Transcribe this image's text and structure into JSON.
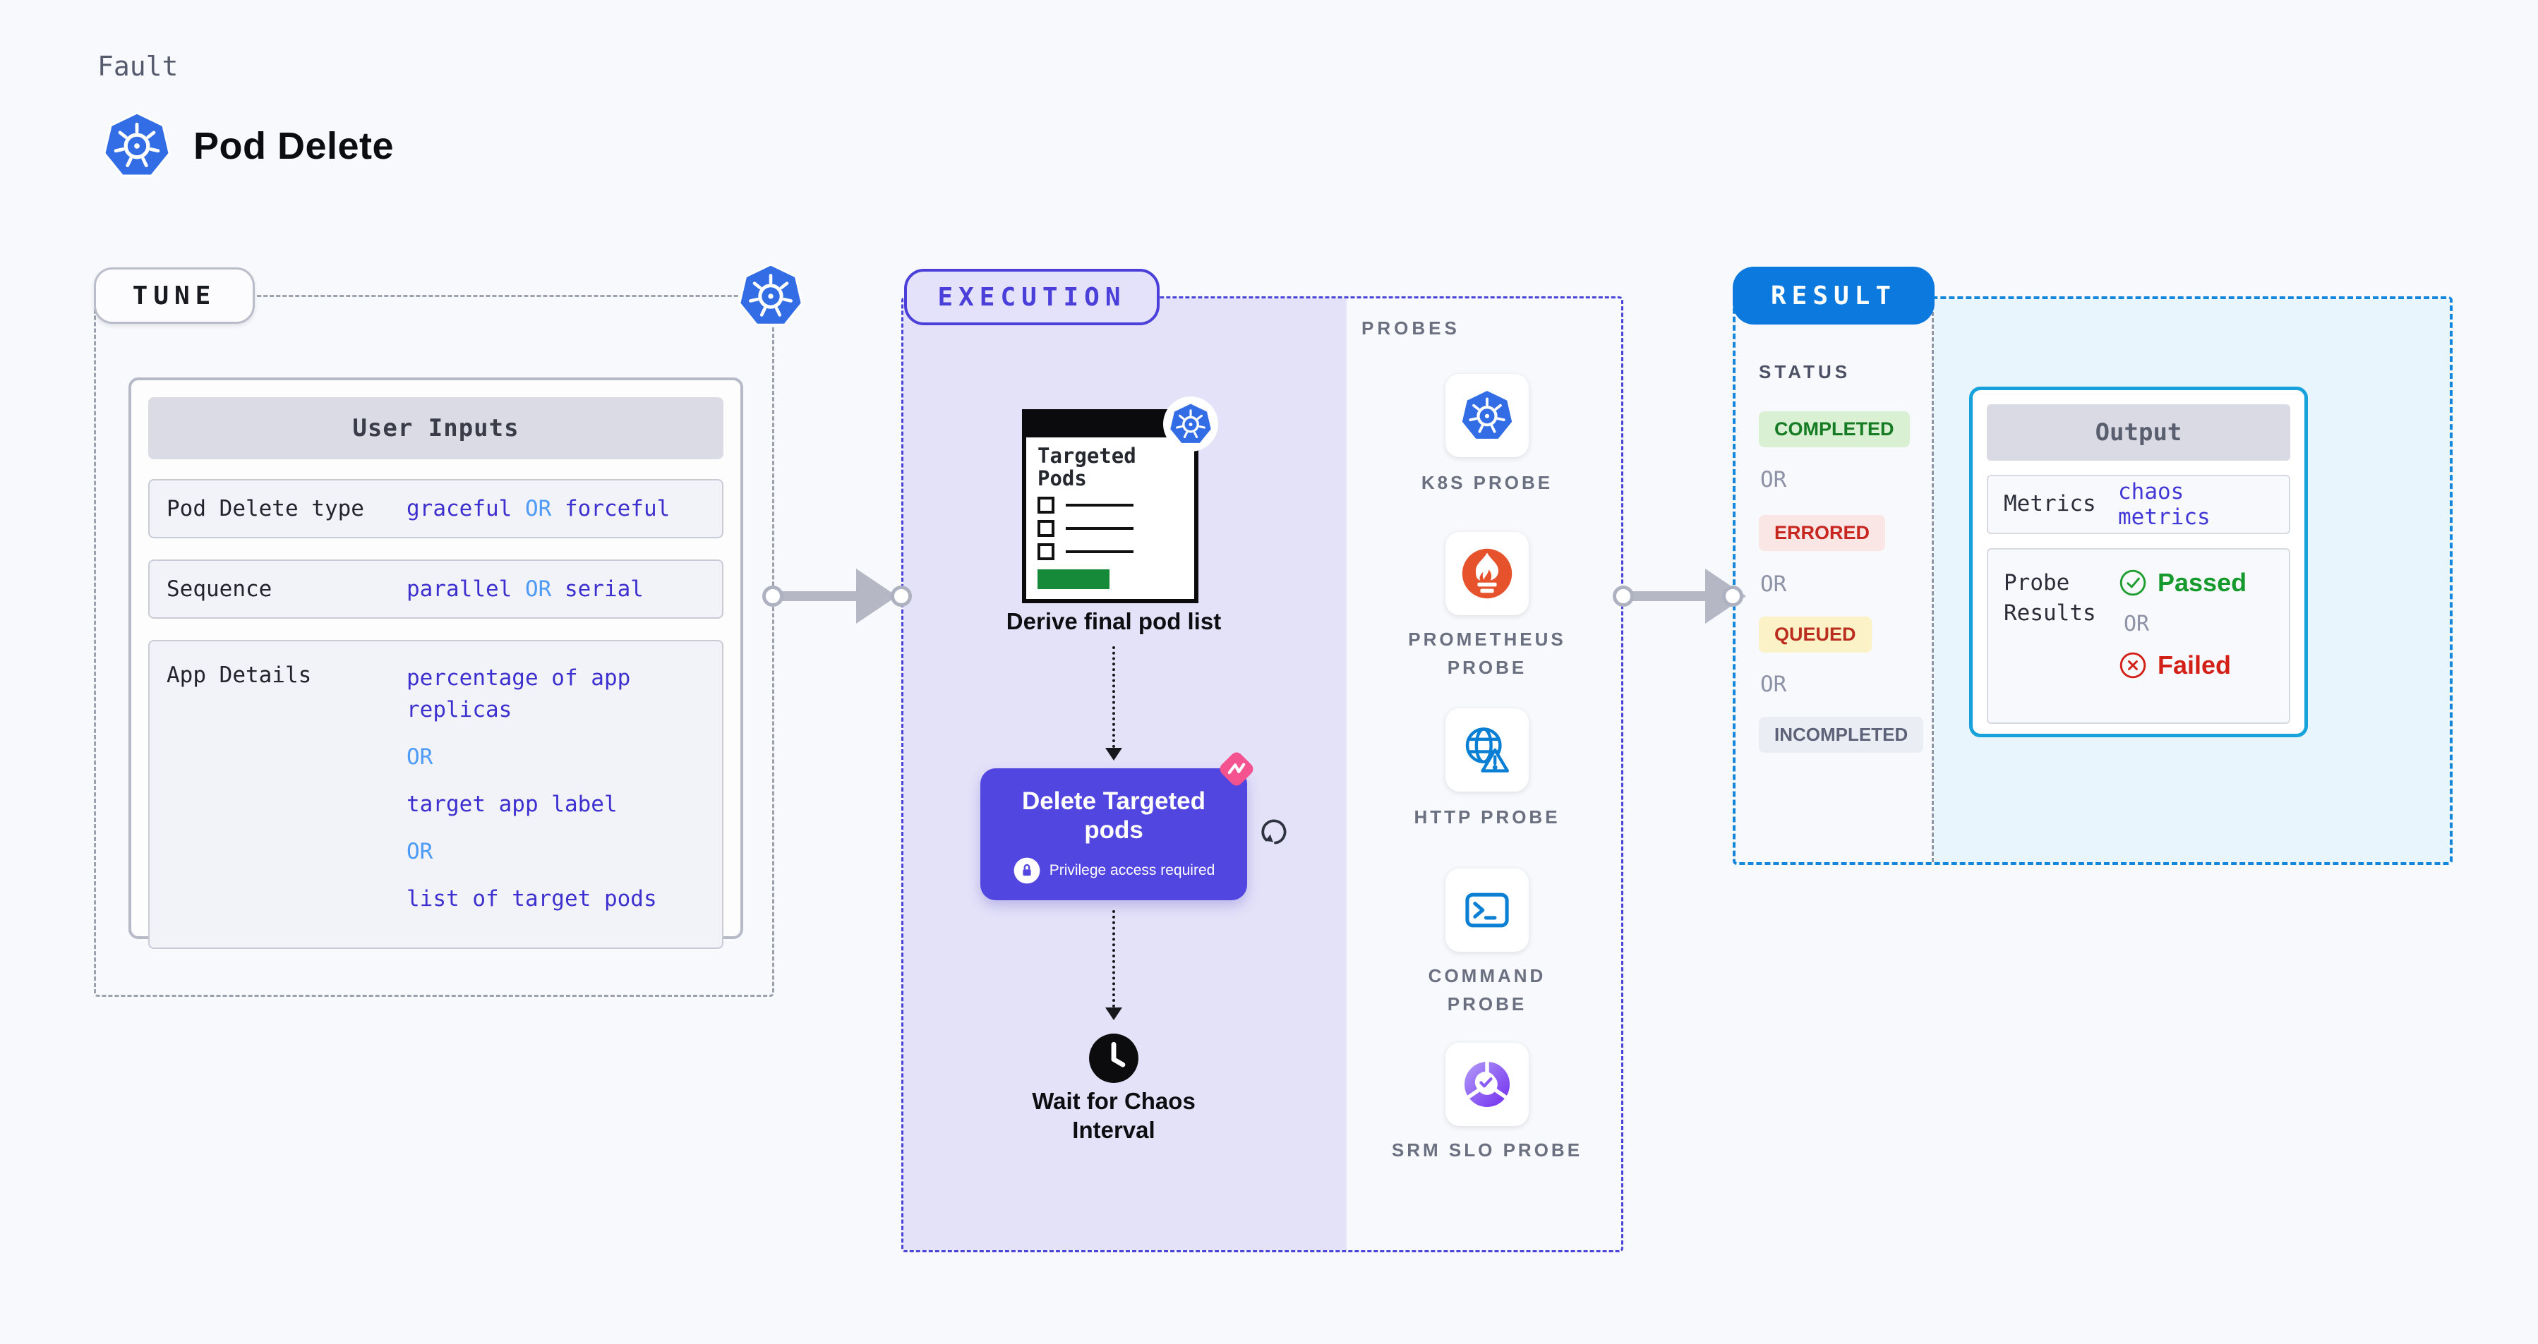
{
  "colors": {
    "background": "#f8f9fc",
    "kubernetes_blue": "#326de6",
    "execution_accent": "#4a3fd8",
    "execution_fill": "#e4e2f9",
    "result_accent": "#1486dc",
    "result_pill_blue": "#0b79dd",
    "result_fill": "#e8f5fc",
    "value_indigo": "#3d30cf",
    "or_blue": "#4d9bf5",
    "passed_green": "#169a2e",
    "failed_red": "#d32016",
    "prometheus_orange": "#e6522c",
    "probe_blue": "#0a7fd4",
    "slo_purple": "#8b5cf6",
    "chaos_pink": "#f4538f",
    "delete_card_purple": "#5246e0"
  },
  "icons": {
    "kubernetes": "kubernetes-icon",
    "prometheus": "prometheus-flame-icon",
    "http": "globe-warning-icon",
    "command": "terminal-icon",
    "srm_slo": "slo-check-donut-icon",
    "clock": "clock-icon",
    "lock": "lock-icon",
    "chaos": "chaos-pink-icon",
    "refresh": "refresh-arrow-icon",
    "checklist": "targeted-pods-checklist-icon"
  },
  "header": {
    "kicker": "Fault",
    "title": "Pod Delete"
  },
  "tune": {
    "label": "TUNE",
    "user_inputs": {
      "title": "User Inputs",
      "rows": [
        {
          "label": "Pod Delete type",
          "tokens": [
            {
              "text": "graceful",
              "kind": "value"
            },
            {
              "text": "OR",
              "kind": "or"
            },
            {
              "text": "forceful",
              "kind": "value"
            }
          ]
        },
        {
          "label": "Sequence",
          "tokens": [
            {
              "text": "parallel",
              "kind": "value"
            },
            {
              "text": "OR",
              "kind": "or"
            },
            {
              "text": "serial",
              "kind": "value"
            }
          ]
        },
        {
          "label": "App Details",
          "tokens": [
            {
              "text": "percentage of app replicas",
              "kind": "value"
            },
            {
              "text": "OR",
              "kind": "or"
            },
            {
              "text": "target app label",
              "kind": "value"
            },
            {
              "text": "OR",
              "kind": "or"
            },
            {
              "text": "list of target pods",
              "kind": "value"
            }
          ]
        }
      ]
    }
  },
  "execution": {
    "label": "EXECUTION",
    "targeted_pods": {
      "title": "Targeted Pods"
    },
    "derive_step_label": "Derive final pod list",
    "delete_step": {
      "title": "Delete Targeted pods",
      "note": "Privilege access required"
    },
    "wait_step_label": "Wait for Chaos Interval",
    "probes": {
      "heading": "PROBES",
      "items": [
        {
          "label": "K8S PROBE",
          "icon": "kubernetes-icon"
        },
        {
          "label": "PROMETHEUS PROBE",
          "icon": "prometheus-flame-icon"
        },
        {
          "label": "HTTP PROBE",
          "icon": "globe-warning-icon"
        },
        {
          "label": "COMMAND PROBE",
          "icon": "terminal-icon"
        },
        {
          "label": "SRM SLO PROBE",
          "icon": "slo-check-donut-icon"
        }
      ]
    }
  },
  "result": {
    "label": "RESULT",
    "status": {
      "heading": "STATUS",
      "items": [
        {
          "text": "COMPLETED",
          "kind": "completed"
        },
        {
          "text": "OR",
          "kind": "or"
        },
        {
          "text": "ERRORED",
          "kind": "errored"
        },
        {
          "text": "OR",
          "kind": "or"
        },
        {
          "text": "QUEUED",
          "kind": "queued"
        },
        {
          "text": "OR",
          "kind": "or"
        },
        {
          "text": "INCOMPLETED",
          "kind": "incompleted"
        }
      ]
    },
    "output": {
      "title": "Output",
      "metrics": {
        "label": "Metrics",
        "value": "chaos metrics"
      },
      "probe_results": {
        "label": "Probe Results",
        "passed": "Passed",
        "or": "OR",
        "failed": "Failed"
      }
    }
  }
}
